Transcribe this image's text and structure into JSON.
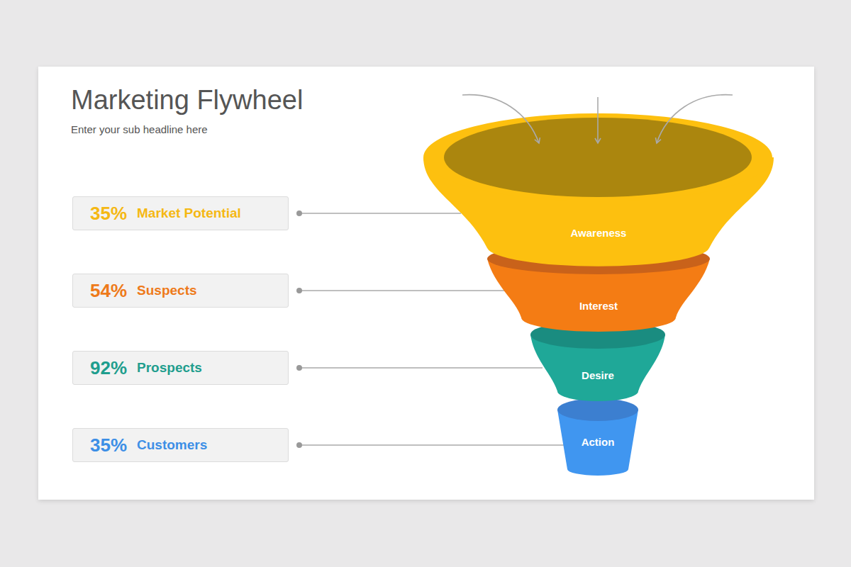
{
  "diagram": {
    "title": "Marketing Flywheel",
    "nodes": [
      {
        "text": [
          "35%",
          "Market Potential"
        ]
      },
      {
        "text": [
          "54%",
          "Suspects"
        ]
      },
      {
        "text": [
          "92%",
          "Prospects"
        ]
      },
      {
        "text": [
          "35%",
          "Customers"
        ]
      },
      {
        "text": [
          "Awareness"
        ]
      },
      {
        "text": [
          "Interest"
        ]
      },
      {
        "text": [
          "Desire"
        ]
      },
      {
        "text": [
          "Action"
        ]
      }
    ],
    "edges": [
      {
        "from": 0,
        "to": 4,
        "arrow": "none"
      },
      {
        "from": 1,
        "to": 5,
        "arrow": "none"
      },
      {
        "from": 2,
        "to": 6,
        "arrow": "none"
      },
      {
        "from": 3,
        "to": 7,
        "arrow": "none"
      }
    ],
    "labels": [
      "Enter your sub headline here"
    ]
  }
}
